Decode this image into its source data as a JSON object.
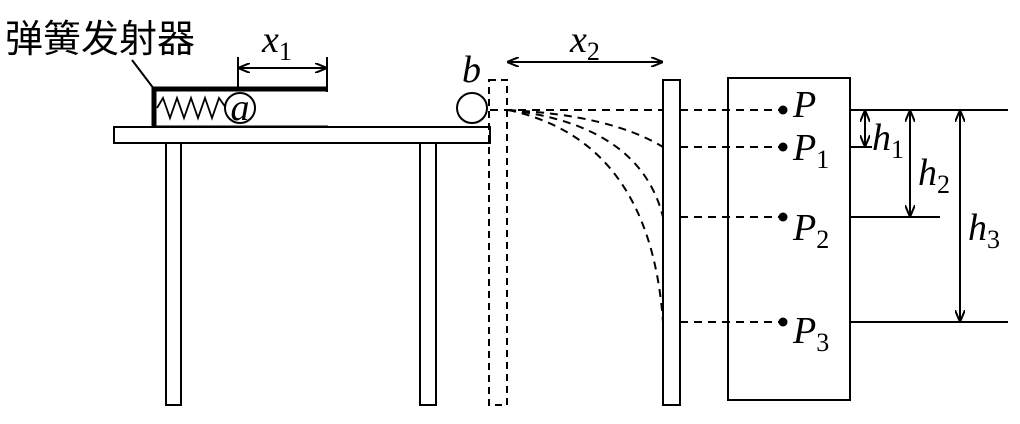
{
  "launcher_label": "弹簧发射器",
  "labels": {
    "x1": "x",
    "x1_sub": "1",
    "x2": "x",
    "x2_sub": "2",
    "ball_a": "a",
    "ball_b": "b",
    "P": "P",
    "P1": "P",
    "P1_sub": "1",
    "P2": "P",
    "P2_sub": "2",
    "P3": "P",
    "P3_sub": "3",
    "h1": "h",
    "h1_sub": "1",
    "h2": "h",
    "h2_sub": "2",
    "h3": "h",
    "h3_sub": "3"
  }
}
